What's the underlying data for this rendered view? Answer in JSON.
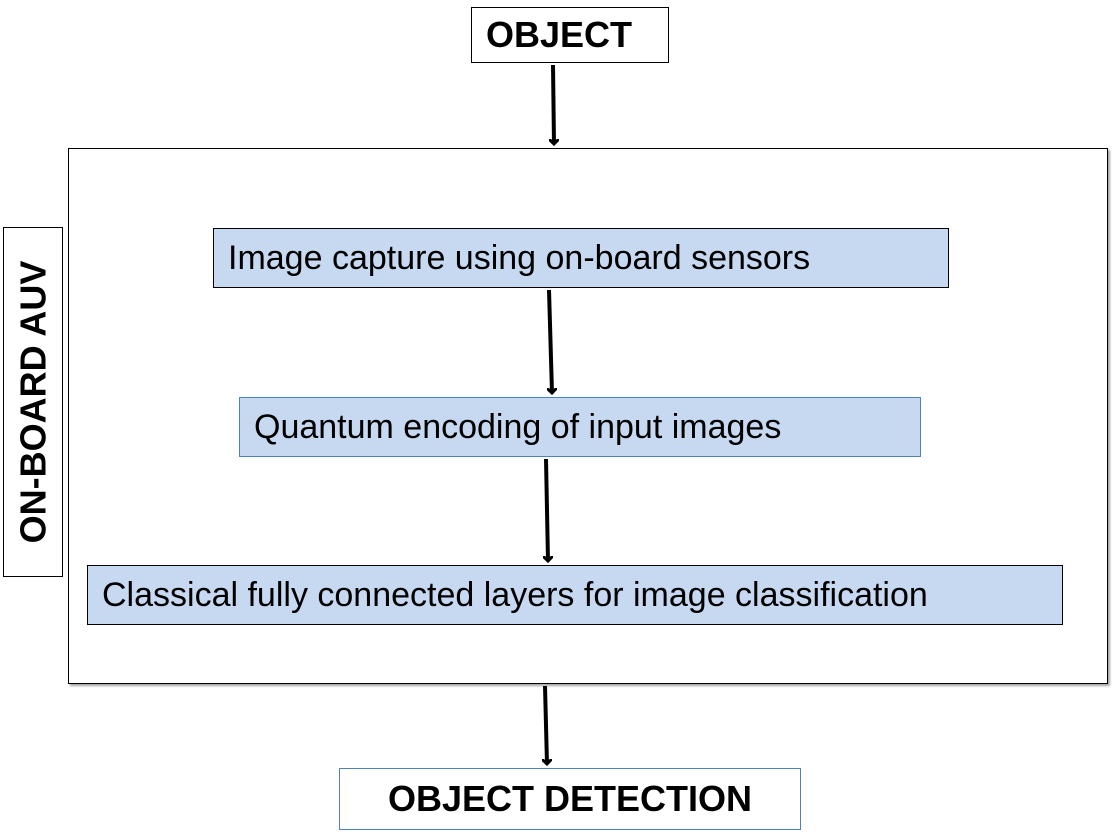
{
  "diagram": {
    "top_node": "OBJECT",
    "container_label": "ON-BOARD AUV",
    "steps": [
      "Image capture using on-board sensors",
      "Quantum encoding of input images",
      "Classical fully connected layers for image classification"
    ],
    "output_node": "OBJECT DETECTION"
  },
  "colors": {
    "step_fill": "#c6d9f1",
    "blue_border": "#4f81bd"
  }
}
